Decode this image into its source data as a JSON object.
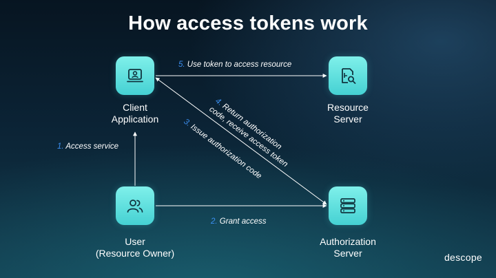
{
  "title": "How access tokens work",
  "nodes": {
    "client": {
      "line1": "Client",
      "line2": "Application",
      "icon": "laptop-user-icon"
    },
    "resource": {
      "line1": "Resource",
      "line2": "Server",
      "icon": "document-search-icon"
    },
    "user": {
      "line1": "User",
      "line2": "(Resource Owner)",
      "icon": "users-icon"
    },
    "auth": {
      "line1": "Authorization",
      "line2": "Server",
      "icon": "server-icon"
    }
  },
  "steps": {
    "s1": {
      "num": "1.",
      "text": "Access service"
    },
    "s2": {
      "num": "2.",
      "text": "Grant access"
    },
    "s3": {
      "num": "3.",
      "text": "Issue authorization code"
    },
    "s4": {
      "num": "4.",
      "line1": "Return authorization",
      "line2": "code, receive access token"
    },
    "s5": {
      "num": "5.",
      "text": "Use token to access resource"
    }
  },
  "logo": {
    "pre": "desc",
    "mid": "o",
    "post": "pe"
  },
  "colors": {
    "node_fill": "#5fe0df",
    "step_number": "#3b8ff0",
    "text": "#ffffff",
    "background": "#0b2335"
  }
}
